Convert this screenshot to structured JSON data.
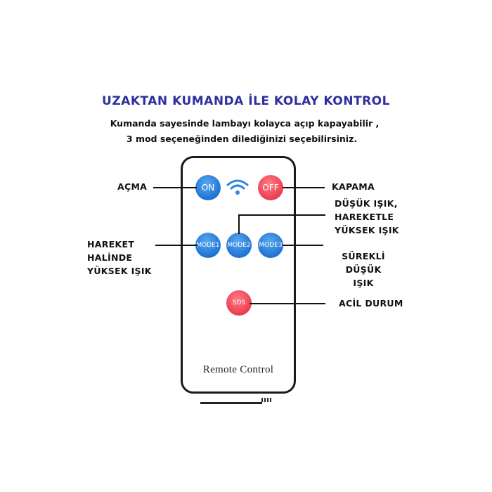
{
  "header": {
    "title": "UZAKTAN KUMANDA İLE KOLAY KONTROL",
    "subtitle_line1": "Kumanda sayesinde lambayı kolayca açıp kapayabilir ,",
    "subtitle_line2": "3 mod seçeneğinden dilediğinizi seçebilirsiniz."
  },
  "remote": {
    "label": "Remote Control",
    "buttons": {
      "on": "ON",
      "off": "OFF",
      "mode1": "MODE1",
      "mode2": "MODE2",
      "mode3": "MODE3",
      "sos": "SOS"
    },
    "colors": {
      "blue": "#1f74d3",
      "red": "#ec3e50"
    }
  },
  "annotations": {
    "acma": "AÇMA",
    "kapama": "KAPAMA",
    "dusuk_1": "DÜŞÜK IŞIK,",
    "dusuk_2": "HAREKETLE",
    "dusuk_3": "YÜKSEK IŞIK",
    "hareket_1": "HAREKET",
    "hareket_2": "HALİNDE",
    "hareket_3": "YÜKSEK IŞIK",
    "surekli_1": "SÜREKLİ DÜŞÜK",
    "surekli_2": "IŞIK",
    "acil": "ACİL DURUM"
  },
  "title_color": "#2d2f9e"
}
